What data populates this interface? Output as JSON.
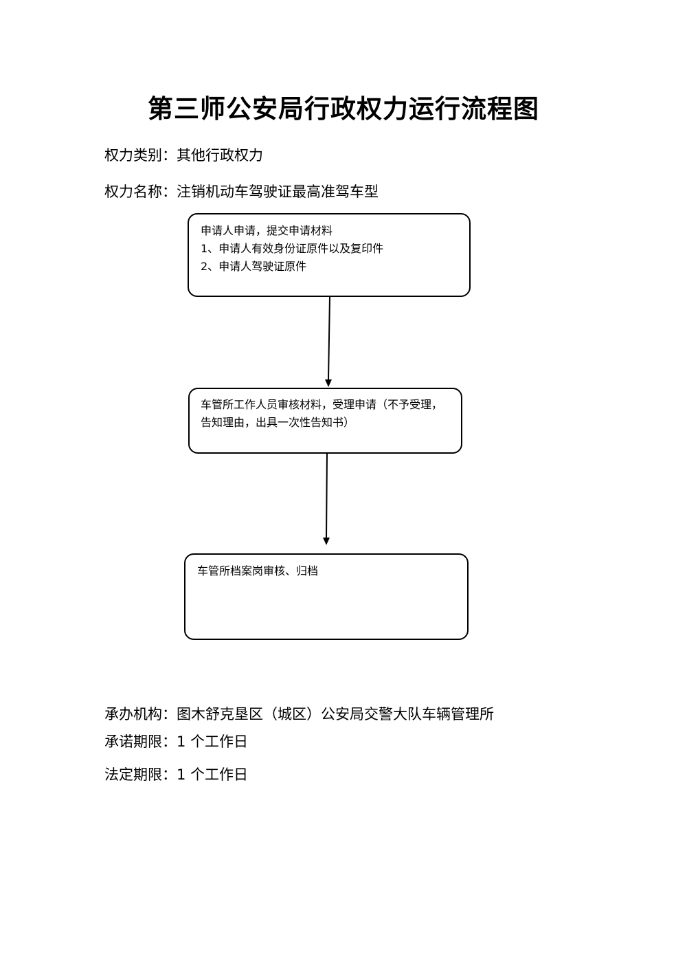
{
  "document": {
    "title": "第三师公安局行政权力运行流程图",
    "category_label": "权力类别：",
    "category_value": "其他行政权力",
    "name_label": "权力名称：",
    "name_value": "注销机动车驾驶证最高准驾车型"
  },
  "flow": {
    "step1": {
      "line1": "申请人申请，提交申请材料",
      "line2": "1、申请人有效身份证原件以及复印件",
      "line3": "2、申请人驾驶证原件"
    },
    "step2": {
      "line1": "车管所工作人员审核材料，受理申请（不予受理，",
      "line2": "告知理由，出具一次性告知书）"
    },
    "step3": {
      "line1": "车管所档案岗审核、归档"
    }
  },
  "footer": {
    "agency_label": "承办机构：",
    "agency_value": "图木舒克垦区（城区）公安局交警大队车辆管理所",
    "promise_label": "承诺期限：",
    "promise_value": "1 个工作日",
    "legal_label": "法定期限：",
    "legal_value": "1 个工作日"
  }
}
